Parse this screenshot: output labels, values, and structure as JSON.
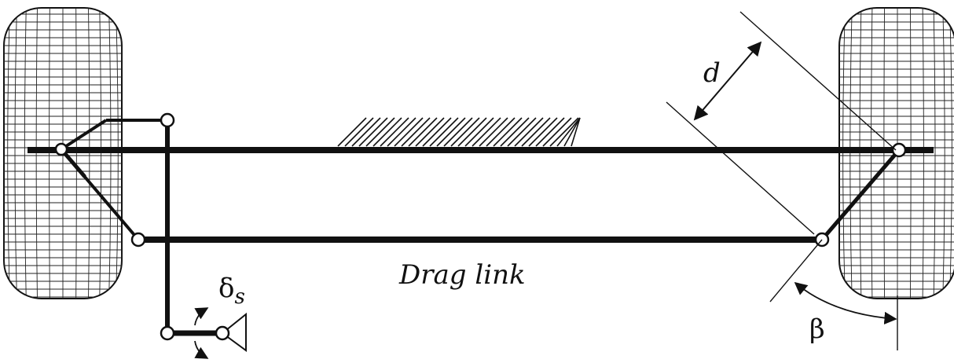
{
  "diagram": {
    "labels": {
      "distance": "d",
      "drag_link": "Drag link",
      "steer_angle_symbol": "δ",
      "steer_angle_subscript": "s",
      "angle_beta": "β"
    },
    "colors": {
      "ink": "#111111",
      "background": "#ffffff"
    },
    "components": [
      "left-wheel",
      "right-wheel",
      "front-axle",
      "drag-link",
      "pitman-arm",
      "steering-box",
      "ground-hatch",
      "dimension-d",
      "angle-beta"
    ]
  }
}
